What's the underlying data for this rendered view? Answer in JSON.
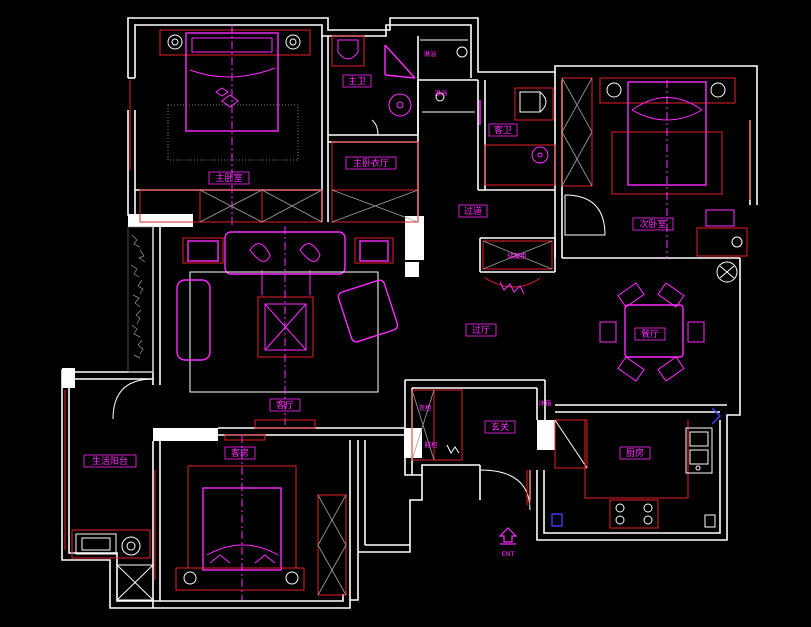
{
  "rooms": {
    "master_bedroom": "主卧室",
    "master_bath": "主卫",
    "master_closet": "主卧衣厅",
    "master_shower": "淋浴",
    "guest_shower": "淋浴",
    "guest_bath": "客卫",
    "second_bedroom": "次卧室",
    "corridor": "过道",
    "storage": "储藏柜",
    "living_room": "客厅",
    "dining_room": "餐厅",
    "aisle": "过厅",
    "balcony": "生活阳台",
    "guest_room": "客房",
    "foyer": "玄关",
    "kitchen": "厨房",
    "shoe_cabinet": "鞋柜",
    "coat_cabinet": "衣柜",
    "fridge": "冰箱",
    "entry": "ENT"
  },
  "colors": {
    "background": "#000000",
    "wall": "#ffffff",
    "furniture": "#ff2bff",
    "outline": "#e8202a",
    "accent": "#4040ff"
  },
  "icons": {
    "entry_marker": "entry-arrow-icon"
  }
}
